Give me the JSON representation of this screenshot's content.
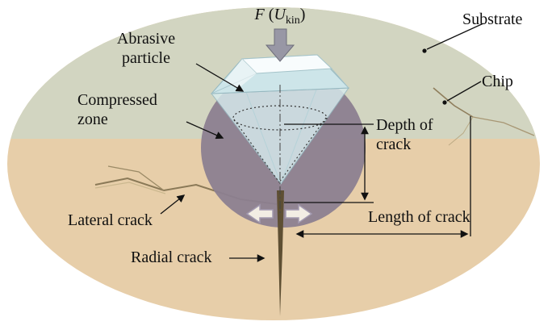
{
  "figure": {
    "force": {
      "symbol": "F",
      "open": " (",
      "variable": "U",
      "subscript": "kin",
      "close": ")"
    },
    "labels": {
      "substrate": "Substrate",
      "abrasive_particle": "Abrasive particle",
      "chip": "Chip",
      "compressed_zone": "Compressed zone",
      "depth_of_crack": "Depth of crack",
      "lateral_crack": "Lateral crack",
      "length_of_crack": "Length of crack",
      "radial_crack": "Radial crack"
    },
    "colors": {
      "substrate_surface": "#d2d5c1",
      "substrate_section": "#e7cea9",
      "compressed_zone": "#8c8090",
      "particle_body": "#cde5e9",
      "particle_table": "#f8fcfd",
      "force_arrow": "#9897a5"
    }
  }
}
